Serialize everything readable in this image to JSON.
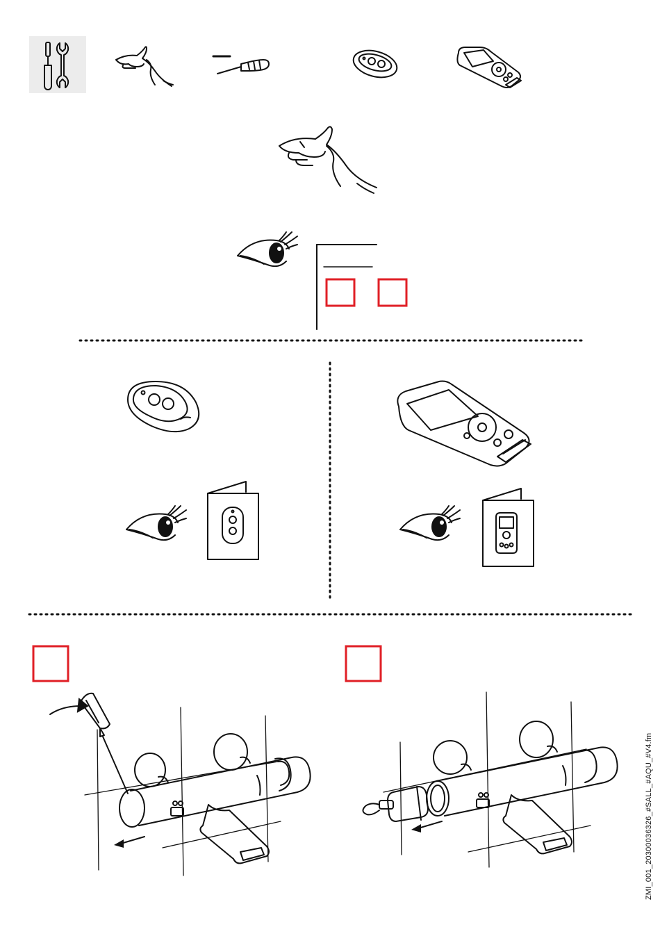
{
  "footer": {
    "document_code": "ZMI_001_20300036326_#SALL_#AQU_#V4.fm"
  },
  "icons": {
    "tools": "tools-icon",
    "hand": "hand-icon",
    "screwdriver": "screwdriver-icon",
    "remote": "remote-control-icon",
    "handheld": "handheld-programmer-icon",
    "eye": "eye-icon",
    "booklet": "booklet-icon",
    "arrow": "arrow-icon"
  },
  "colors": {
    "accent_red": "#e01f26",
    "tool_bg": "#ececec",
    "ink": "#111111"
  },
  "steps": [
    {
      "marker": "red-square-empty"
    },
    {
      "marker": "red-square-empty"
    }
  ]
}
